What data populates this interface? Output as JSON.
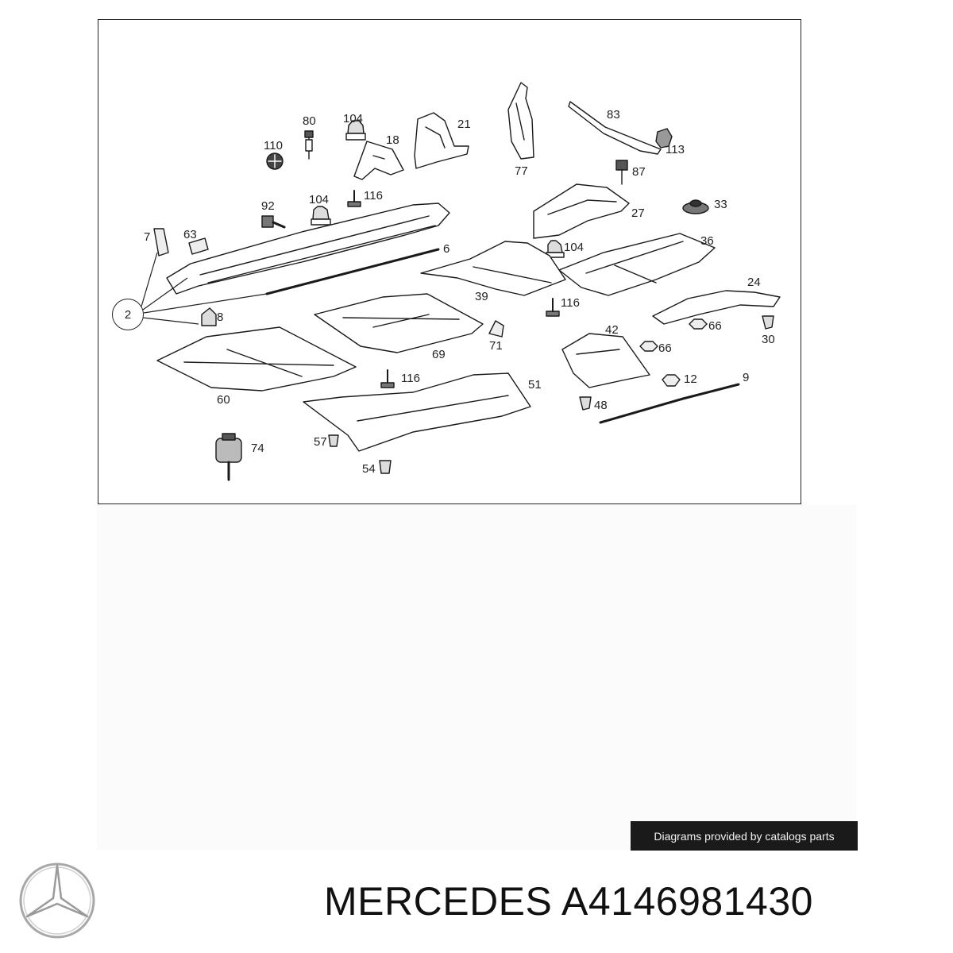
{
  "diagram": {
    "callouts": {
      "c80": "80",
      "c104a": "104",
      "c21": "21",
      "c77": "77",
      "c83": "83",
      "c110": "110",
      "c18": "18",
      "c113": "113",
      "c87": "87",
      "c92": "92",
      "c104b": "104",
      "c116a": "116",
      "c33": "33",
      "c27": "27",
      "c7": "7",
      "c63": "63",
      "c6": "6",
      "c104c": "104",
      "c36": "36",
      "c2": "2",
      "c8": "8",
      "c39": "39",
      "c116b": "116",
      "c24": "24",
      "c66a": "66",
      "c30": "30",
      "c69": "69",
      "c71": "71",
      "c42": "42",
      "c66b": "66",
      "c60": "60",
      "c116c": "116",
      "c51": "51",
      "c12": "12",
      "c9": "9",
      "c48": "48",
      "c74": "74",
      "c57": "57",
      "c54": "54"
    }
  },
  "credit": "Diagrams provided by catalogs parts",
  "brand": {
    "logo_icon": "mercedes-star-icon"
  },
  "title": "MERCEDES A4146981430"
}
